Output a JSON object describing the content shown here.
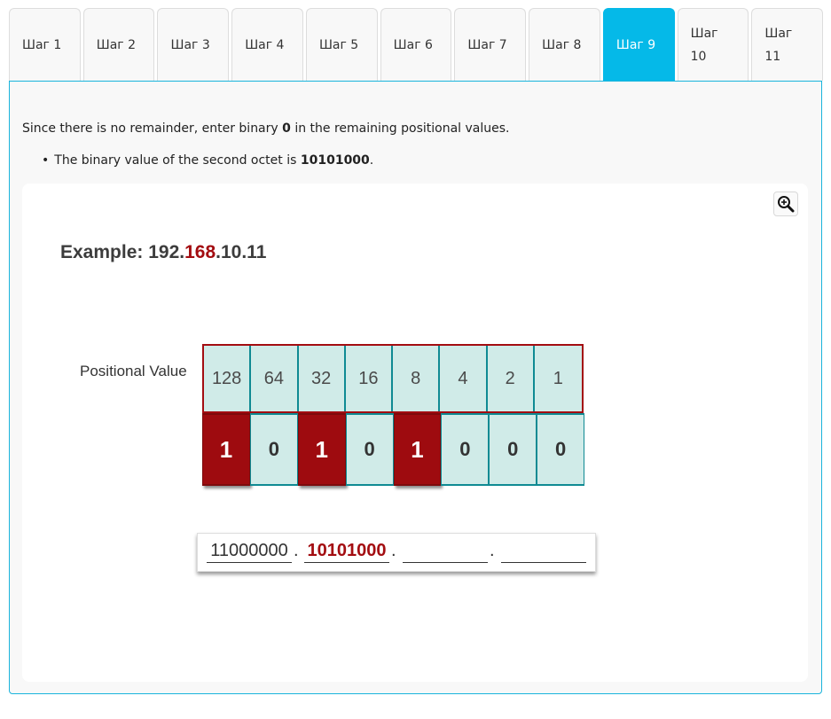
{
  "tabs": [
    {
      "label": "Шаг 1"
    },
    {
      "label": "Шаг 2"
    },
    {
      "label": "Шаг 3"
    },
    {
      "label": "Шаг 4"
    },
    {
      "label": "Шаг 5"
    },
    {
      "label": "Шаг 6"
    },
    {
      "label": "Шаг 7"
    },
    {
      "label": "Шаг 8"
    },
    {
      "label": "Шаг 9",
      "active": true
    },
    {
      "label": "Шаг 10"
    },
    {
      "label": "Шаг 11"
    }
  ],
  "content": {
    "para_before": "Since there is no remainder, enter binary ",
    "para_bold": "0",
    "para_after": " in the remaining positional values.",
    "bullet_before": "The binary value of the second octet is ",
    "bullet_bold": "10101000",
    "bullet_after": "."
  },
  "figure": {
    "zoom_icon": "zoom-in-icon",
    "title_prefix": "Example: 192.",
    "title_highlight": "168",
    "title_suffix": ".10.11",
    "positional_label": "Positional Value",
    "positional_values": [
      "128",
      "64",
      "32",
      "16",
      "8",
      "4",
      "2",
      "1"
    ],
    "bits": [
      "1",
      "0",
      "1",
      "0",
      "1",
      "0",
      "0",
      "0"
    ],
    "octets": [
      "11000000",
      "10101000",
      "",
      ""
    ],
    "separator": "."
  },
  "colors": {
    "accent": "#05b9e8",
    "highlight_red": "#a30d11",
    "cell_teal": "#d0ebe8",
    "border_teal": "#0f8a93"
  }
}
